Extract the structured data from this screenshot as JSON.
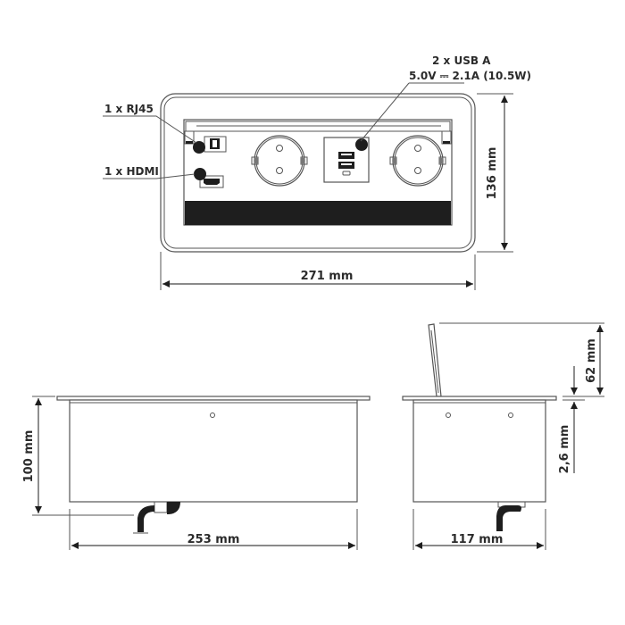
{
  "drawing": {
    "title": "Pop-up desktop power socket technical drawing",
    "views": [
      "top-view",
      "front-view",
      "side-view"
    ]
  },
  "top_view": {
    "callouts": {
      "rj45": "1 x RJ45",
      "hdmi": "1 x HDMI",
      "usb_title": "2 x USB  A",
      "usb_spec": "5.0V ⎓ 2.1A (10.5W)"
    },
    "dimensions": {
      "width": "271 mm",
      "height": "136 mm"
    }
  },
  "front_view": {
    "dimensions": {
      "width": "253 mm",
      "height": "100 mm"
    }
  },
  "side_view": {
    "dimensions": {
      "width": "117 mm",
      "lid_height": "62 mm",
      "flange": "2,6 mm"
    }
  },
  "colors": {
    "line": "#444444",
    "text": "#2b2b2b",
    "fill_dark": "#1e1e1e",
    "background": "#ffffff"
  }
}
